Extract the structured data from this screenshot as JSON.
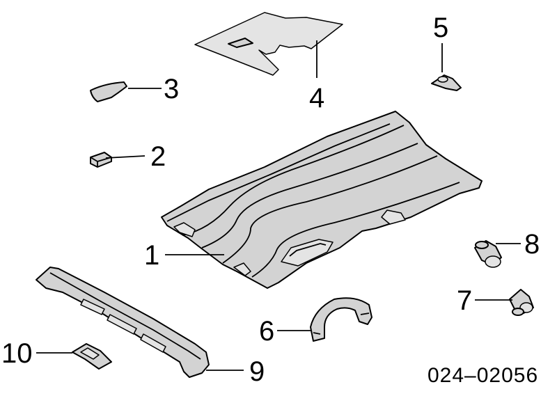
{
  "diagram": {
    "callouts": [
      {
        "id": "1",
        "label": "1"
      },
      {
        "id": "2",
        "label": "2"
      },
      {
        "id": "3",
        "label": "3"
      },
      {
        "id": "4",
        "label": "4"
      },
      {
        "id": "5",
        "label": "5"
      },
      {
        "id": "6",
        "label": "6"
      },
      {
        "id": "7",
        "label": "7"
      },
      {
        "id": "8",
        "label": "8"
      },
      {
        "id": "9",
        "label": "9"
      },
      {
        "id": "10",
        "label": "10"
      }
    ],
    "document_number": "024–02056"
  }
}
